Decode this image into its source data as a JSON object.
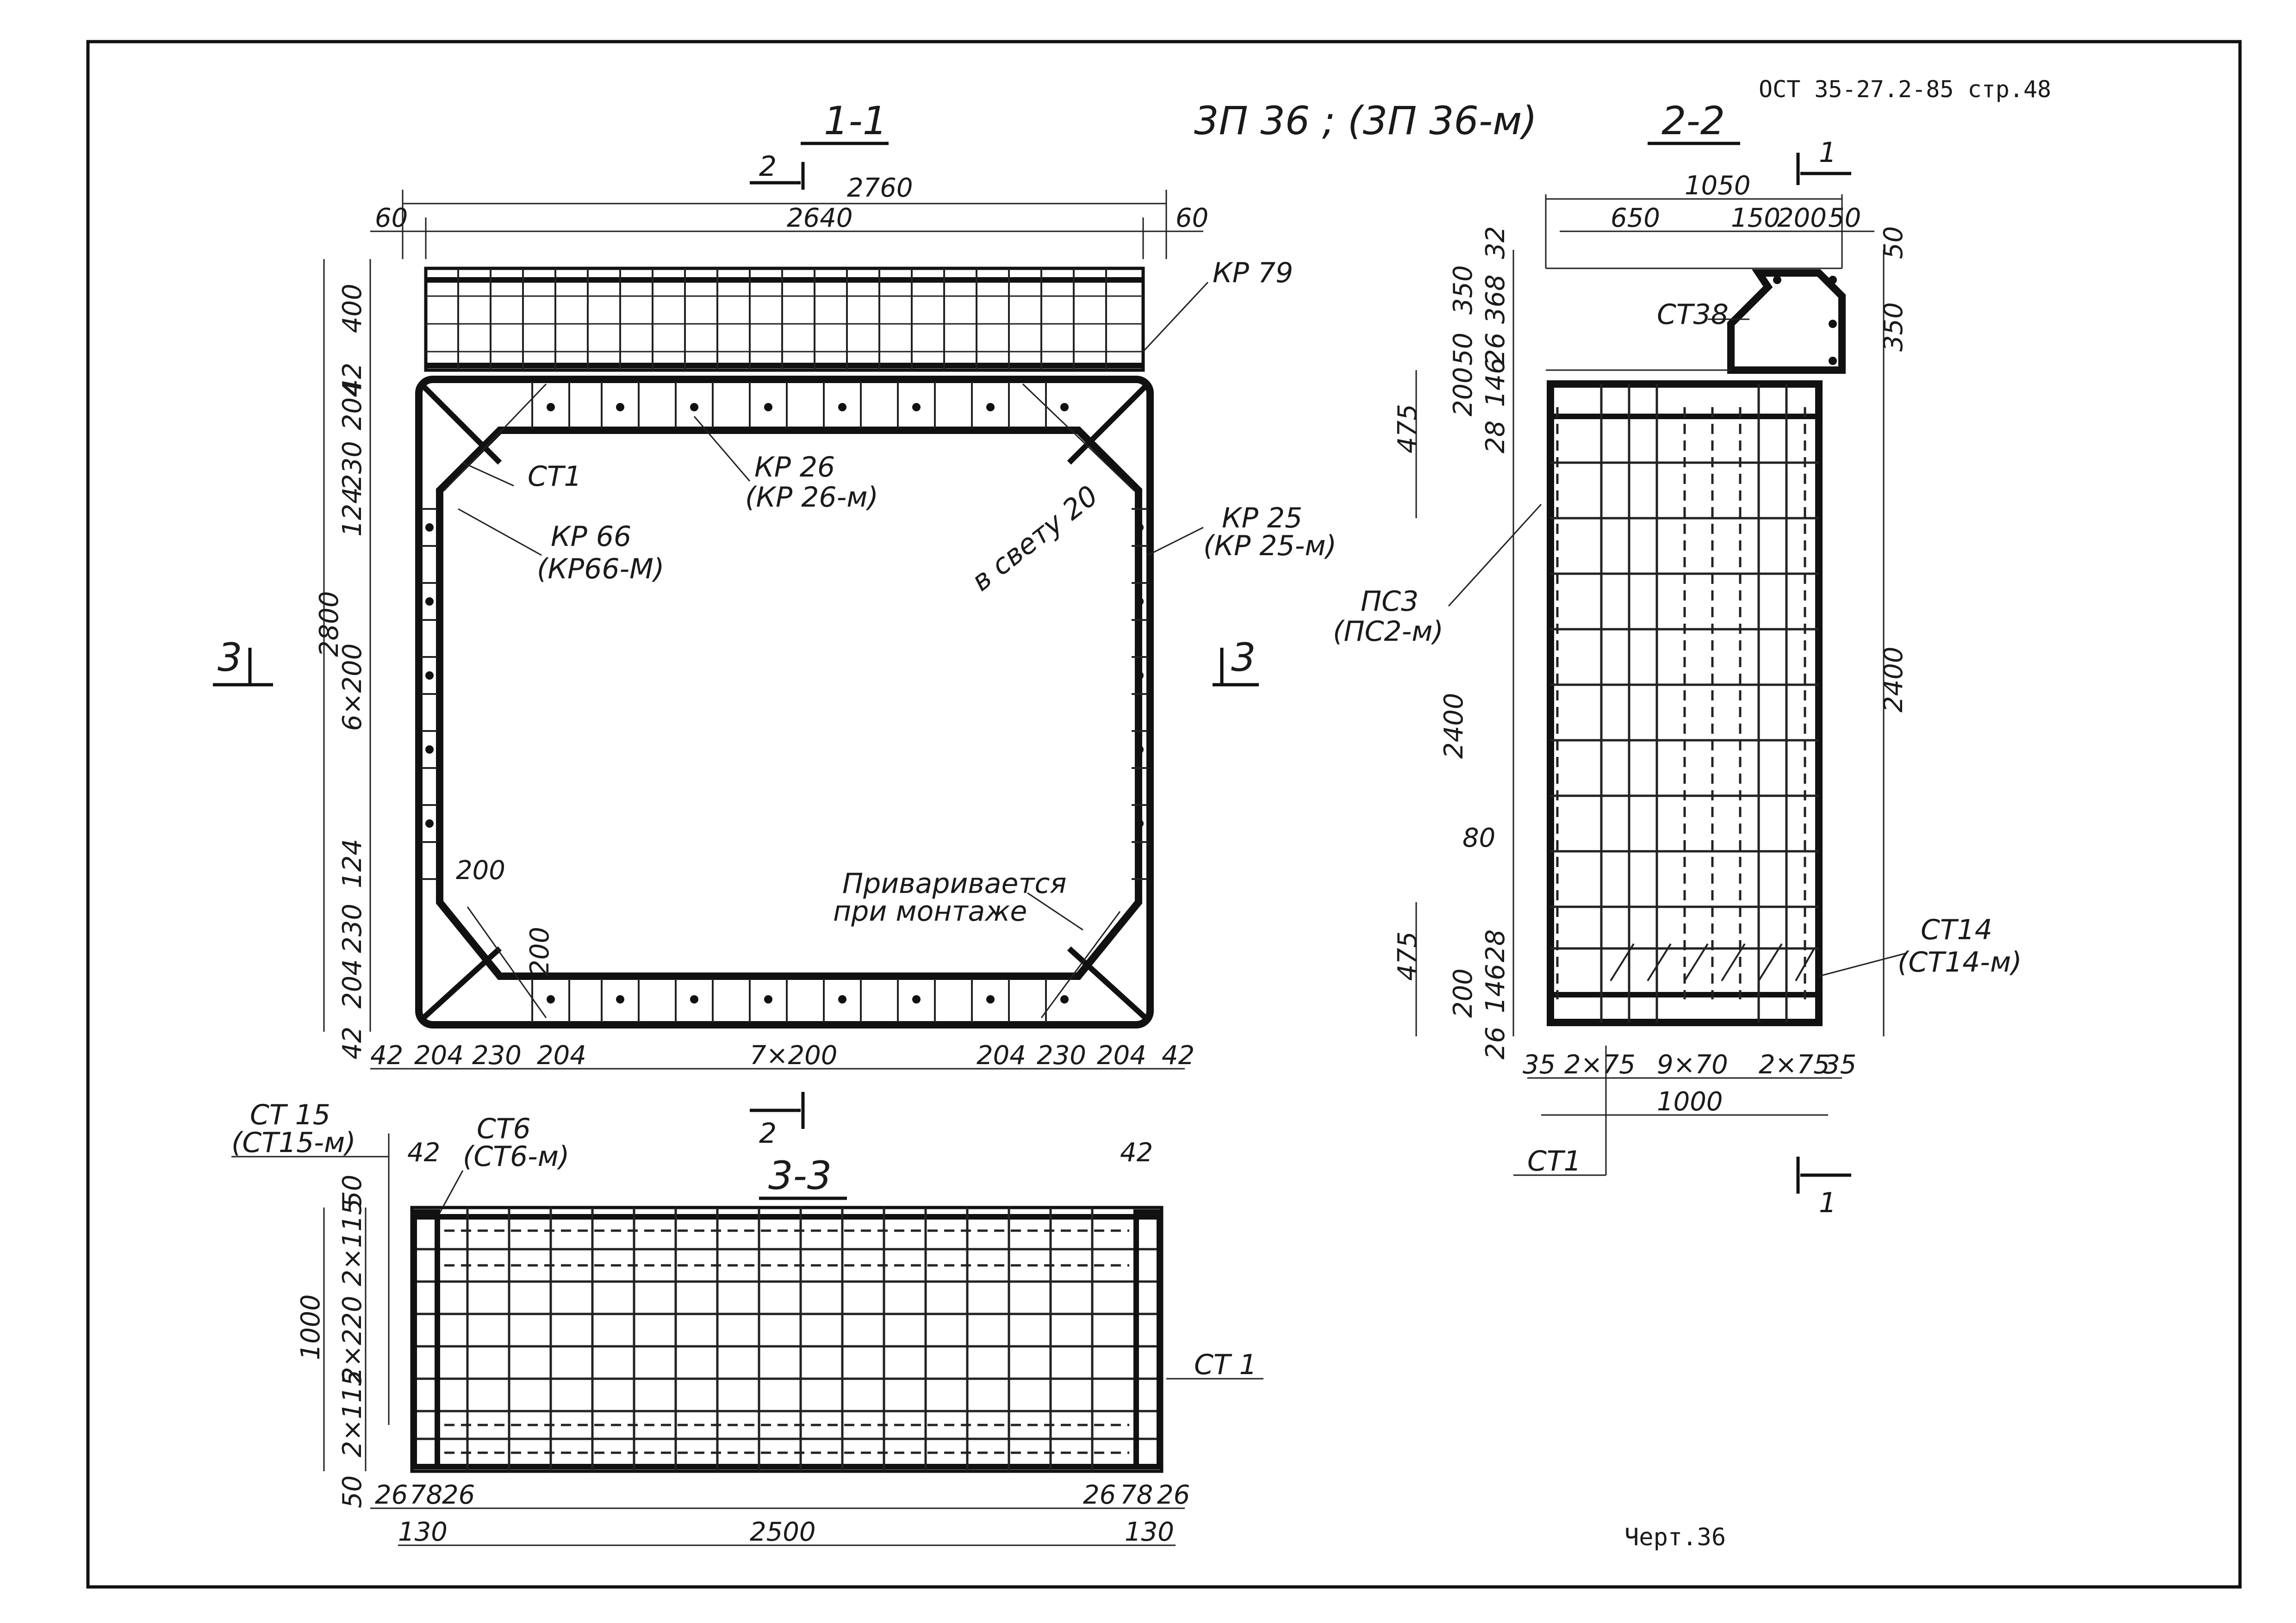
{
  "header": {
    "doc_ref": "ОСТ 35-27.2-85 стр.48",
    "product": "3П 36 ; (3П 36-м)",
    "sheet_no": "Черт.36"
  },
  "section_1_1": {
    "title": "1-1",
    "cut_marker_top": "2",
    "cut_marker_bottom": "2",
    "cut_marker_left": "3",
    "cut_marker_right": "3",
    "dim_total_width": "2760",
    "dim_inner_width": "2640",
    "dim_left_edge": "60",
    "dim_right_edge": "60",
    "dim_total_height": "2800",
    "dim_left_chain": [
      "400",
      "42",
      "204",
      "230",
      "124",
      "6×200",
      "124",
      "230",
      "204",
      "42"
    ],
    "dim_bottom_chain": [
      "42",
      "204",
      "230",
      "204",
      "7×200",
      "204",
      "230",
      "204",
      "42"
    ],
    "dim_corner_a": "200",
    "dim_corner_b": "200",
    "labels": {
      "kp79": "КР 79",
      "kp26": "КР 26",
      "kp26m": "(КР 26-м)",
      "ct1": "СТ1",
      "kp66": "КР 66",
      "kp66m": "(КР66-М)",
      "vsvetu": "в свету 20",
      "kp25": "КР 25",
      "kp25m": "(КР 25-м)",
      "weld_1": "Приваривается",
      "weld_2": "при монтаже"
    }
  },
  "section_2_2": {
    "title": "2-2",
    "cut_marker_top": "1",
    "cut_marker_bottom": "1",
    "dim_total": "1050",
    "dim_top_chain": [
      "650",
      "150",
      "200",
      "50"
    ],
    "dim_right": [
      "50",
      "350"
    ],
    "dim_right_total": "2400",
    "dim_left_chain": [
      "32",
      "350",
      "368",
      "50",
      "26",
      "200",
      "146",
      "28"
    ],
    "dim_left_mid": "2400",
    "dim_475_top": "475",
    "dim_475_bottom": "475",
    "dim_80": "80",
    "dim_bottom_left": [
      "200",
      "146",
      "28",
      "26"
    ],
    "dim_bottom_chain": [
      "35",
      "2×75",
      "9×70",
      "2×75",
      "35"
    ],
    "dim_bottom_total": "1000",
    "labels": {
      "ct38": "СТ38",
      "pc3": "ПС3",
      "pc2m": "(ПС2-м)",
      "ct14": "СТ14",
      "ct14m": "(СТ14-м)",
      "ct1": "СТ1"
    }
  },
  "section_3_3": {
    "title": "3-3",
    "dim_left_chain": [
      "50",
      "2×115",
      "2×220",
      "2×115",
      "50"
    ],
    "dim_total_height": "1000",
    "dim_top_left": "42",
    "dim_top_right": "42",
    "dim_bottom_chain": [
      "26",
      "78",
      "26",
      "26",
      "78",
      "26"
    ],
    "dim_bottom": [
      "130",
      "2500",
      "130"
    ],
    "labels": {
      "ct15": "СТ 15",
      "ct15m": "(СТ15-м)",
      "ct6": "СТ6",
      "ct6m": "(СТ6-м)",
      "ct1": "СТ 1"
    }
  }
}
